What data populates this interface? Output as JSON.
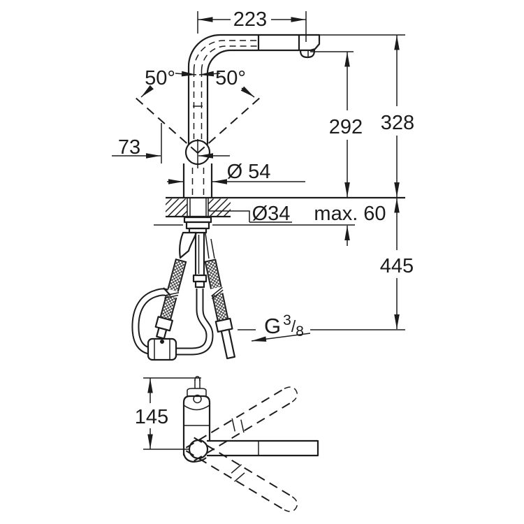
{
  "drawing": {
    "type": "faucet-installation-dimensions",
    "line_color": "#1c1c1c",
    "background": "#ffffff"
  },
  "dims": {
    "spout_projection": "223",
    "angle_left": "50°",
    "angle_right": "50°",
    "lever_reach": "73",
    "body_diameter": "Ø 54",
    "hole_diameter": "Ø34",
    "max_deck": "max. 60",
    "height_to_outlet": "292",
    "height_total": "328",
    "hose_drop": "445",
    "top_depth": "145",
    "thread": {
      "prefix": "G",
      "num": "3",
      "slash": "/",
      "den": "8"
    }
  }
}
